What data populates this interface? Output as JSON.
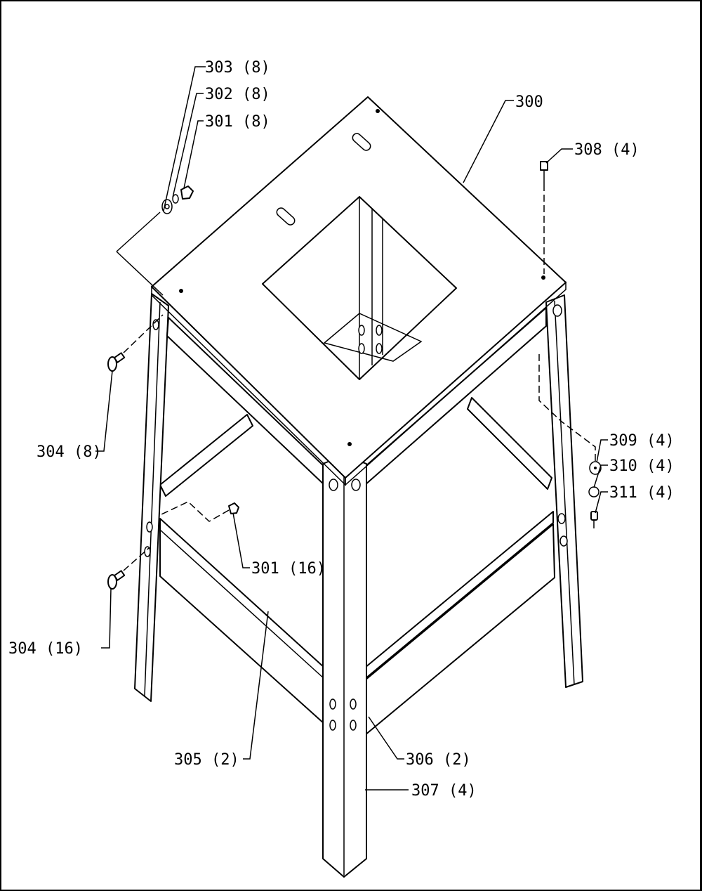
{
  "diagram": {
    "callouts": {
      "c303": "303 (8)",
      "c302": "302 (8)",
      "c301a": "301 (8)",
      "c300": "300",
      "c308": "308 (4)",
      "c304a": "304 (8)",
      "c309": "309 (4)",
      "c310": "310 (4)",
      "c311": "311 (4)",
      "c301b": "301 (16)",
      "c304b": "304 (16)",
      "c305": "305 (2)",
      "c306": "306 (2)",
      "c307": "307 (4)"
    }
  }
}
